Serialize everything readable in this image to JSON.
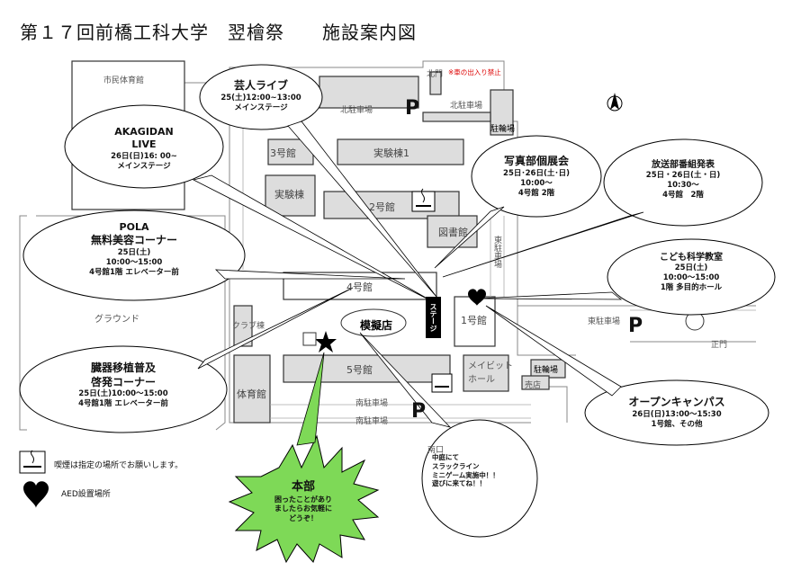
{
  "title": "第１７回前橋工科大学　翌檜祭　　施設案内図",
  "notice": "※車の出入り禁止",
  "places": {
    "shimin_gym": "市民体育館",
    "kita_parking1": "北駐車場",
    "kita_parking2": "北駐車場",
    "bldg3": "3号館",
    "jikken1": "実験棟1",
    "jikken": "実験棟",
    "bldg2": "2号館",
    "library": "図書館",
    "bldg4": "4号館",
    "ground": "グラウンド",
    "club": "クラブ棟",
    "mogiten": "模擬店",
    "stage": "ステージ",
    "bldg1": "1号館",
    "bldg5": "5号館",
    "gym": "体育館",
    "maybit": "メイビット\nホール",
    "bike": "駐輪場",
    "bike2": "駐輪場",
    "shop": "売店",
    "minami_parking1": "南駐車場",
    "minami_parking2": "南駐車場",
    "higashi_parking": "東駐車場",
    "higashi_parking2": "東駐車場",
    "kitamon": "北門",
    "seimon": "正門",
    "nanmon": "南口"
  },
  "bubbles": {
    "geinin": {
      "h": "芸人ライブ",
      "s1": "25(土)12:00~13:00",
      "s2": "メインステージ"
    },
    "akagidan": {
      "h1": "AKAGIDAN",
      "h2": "LIVE",
      "s1": "26日(日)16: 00~",
      "s2": "メインステージ"
    },
    "photo": {
      "h": "写真部個展会",
      "s1": "25日･26日(土･日)",
      "s2": "10:00～",
      "s3": "4号館 2階"
    },
    "broadcast": {
      "h": "放送部番組発表",
      "s1": "25日・26日(土・日)",
      "s2": "10:30～",
      "s3": "4号館　2階"
    },
    "pola": {
      "h1": "POLA",
      "h2": "無料美容コーナー",
      "s1": "25日(土)",
      "s2": "10:00～15:00",
      "s3": "4号館1階 エレベーター前"
    },
    "kids": {
      "h": "こども科学教室",
      "s1": "25日(土)",
      "s2": "10:00～15:00",
      "s3": "1階 多目的ホール"
    },
    "organ": {
      "h1": "臓器移植普及",
      "h2": "啓発コーナー",
      "s1": "25日(土)10:00～15:00",
      "s2": "4号館1階 エレベーター前"
    },
    "open": {
      "h": "オープンキャンパス",
      "s1": "26日(日)13:00～15:30",
      "s2": "1号館、その他"
    },
    "slackline": {
      "s1": "中庭にて",
      "s2": "スラックライン",
      "s3": "ミニゲーム実施中！！",
      "s4": "遊びに来てね！！"
    },
    "honbu": {
      "h": "本部",
      "s1": "困ったことがあり",
      "s2": "ましたらお気軽に",
      "s3": "どうぞ！"
    }
  },
  "legend": {
    "smoking": "喫煙は指定の場所でお願いします。",
    "aed": "AED設置場所"
  },
  "parking_symbol": "P",
  "icons": [
    "smoking-area-icon",
    "aed-heart-icon",
    "star-headquarters-icon",
    "north-arrow-icon",
    "parking-icon"
  ]
}
